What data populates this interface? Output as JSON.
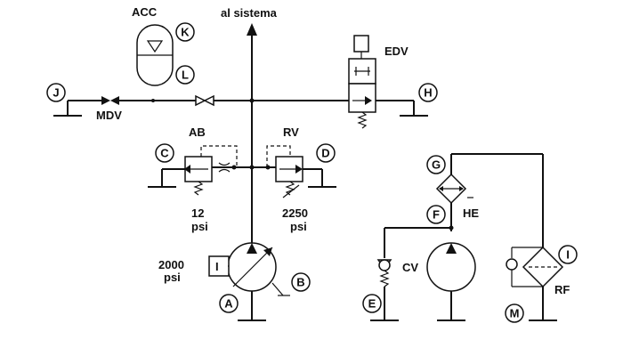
{
  "labels": {
    "acc": "ACC",
    "al_sistema": "al sistema",
    "edv": "EDV",
    "mdv": "MDV",
    "ab": "AB",
    "rv": "RV",
    "ab_pressure_value": "12",
    "ab_pressure_unit": "psi",
    "rv_pressure_value": "2250",
    "rv_pressure_unit": "psi",
    "pump_pressure_value": "2000",
    "pump_pressure_unit": "psi",
    "motor_letter": "I",
    "he": "HE",
    "cv": "CV",
    "rf": "RF"
  },
  "markers": [
    "A",
    "B",
    "C",
    "D",
    "E",
    "F",
    "G",
    "H",
    "I",
    "J",
    "K",
    "L",
    "M"
  ]
}
